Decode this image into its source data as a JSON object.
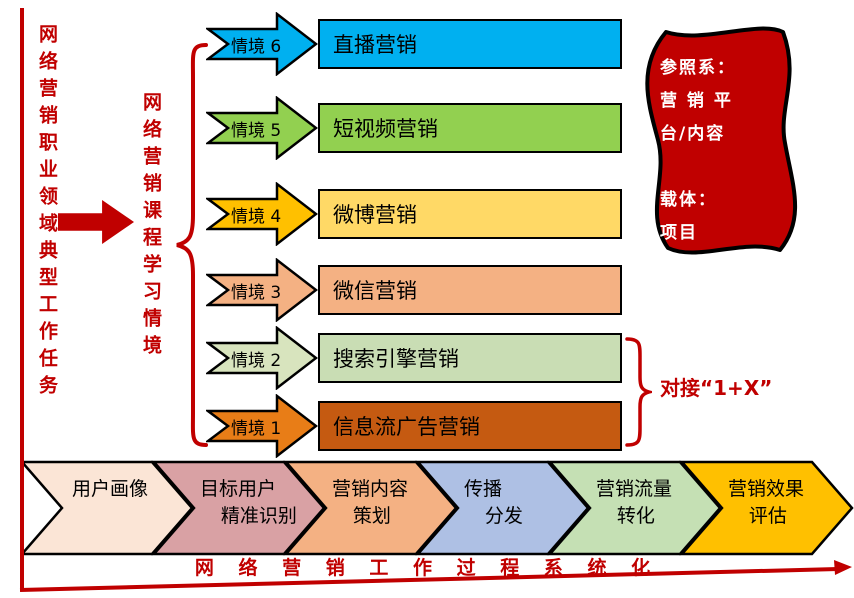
{
  "colors": {
    "accent_red": "#C00000",
    "outline_black": "#000000",
    "scroll_fill": "#C00000",
    "scroll_text": "#FFFFFF"
  },
  "left_axis_title": "网络营销职业领域典型工作任务",
  "situations_title": "网络营销课程学习情境",
  "situations": [
    {
      "label": "情境 6",
      "name": "直播营销",
      "arrow_color": "#00B0F0",
      "box_color": "#00B0F0"
    },
    {
      "label": "情境 5",
      "name": "短视频营销",
      "arrow_color": "#92D050",
      "box_color": "#92D050"
    },
    {
      "label": "情境 4",
      "name": "微博营销",
      "arrow_color": "#FFC000",
      "box_color": "#FFD966"
    },
    {
      "label": "情境 3",
      "name": "微信营销",
      "arrow_color": "#F4B183",
      "box_color": "#F4B183"
    },
    {
      "label": "情境 2",
      "name": "搜索引擎营销",
      "arrow_color": "#D8E4BE",
      "box_color": "#C9DDB4"
    },
    {
      "label": "情境 1",
      "name": "信息流广告营销",
      "arrow_color": "#E87D17",
      "box_color": "#C55A11"
    }
  ],
  "scroll": {
    "lines": [
      "参照系：",
      "营 销 平",
      "台/内容",
      "",
      "载体：",
      "项目"
    ]
  },
  "bracket_note": "对接“1+X”",
  "process_steps": [
    {
      "line1": "用户画像",
      "line2": "",
      "color": "#FBE5D6"
    },
    {
      "line1": "目标用户",
      "line2": "精准识别",
      "color": "#D9A1A4"
    },
    {
      "line1": "营销内容",
      "line2": "策划",
      "color": "#F4B183"
    },
    {
      "line1": "传播",
      "line2": "分发",
      "color": "#AEC0E4"
    },
    {
      "line1": "营销流量",
      "line2": "转化",
      "color": "#C5E0B4"
    },
    {
      "line1": "营销效果",
      "line2": "评估",
      "color": "#FFC000"
    }
  ],
  "bottom_axis_title": "网 络 营 销 工 作 过 程 系 统 化"
}
